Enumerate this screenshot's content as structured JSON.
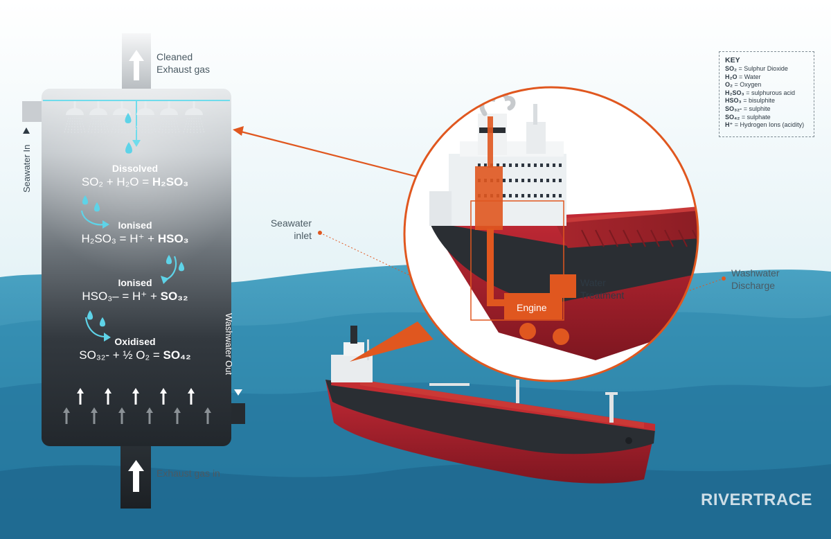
{
  "labels": {
    "cleaned_line1": "Cleaned",
    "cleaned_line2": "Exhaust gas",
    "exhaust_in": "Exhaust gas in",
    "seawater_in": "Seawater In",
    "washwater_out": "Washwater Out",
    "seawater_inlet_line1": "Seawater",
    "seawater_inlet_line2": "inlet",
    "washwater_discharge_line1": "Washwater",
    "washwater_discharge_line2": "Discharge",
    "water_treatment_line1": "Water",
    "water_treatment_line2": "Treatment",
    "engine": "Engine",
    "brand": "RIVERTRACE"
  },
  "reactions": [
    {
      "title": "Dissolved",
      "equation": "SO₂ + H₂O = ",
      "product": "H₂SO₃"
    },
    {
      "title": "Ionised",
      "equation": "H₂SO₃ = H⁺ + ",
      "product": "HSO₃"
    },
    {
      "title": "Ionised",
      "equation": "HSO₃– = H⁺ + ",
      "product": "SO₃₂"
    },
    {
      "title": "Oxidised",
      "equation": "SO₃₂- + ½ O₂ = ",
      "product": "SO₄₂"
    }
  ],
  "key": {
    "title": "KEY",
    "items": [
      {
        "symbol": "SO₂",
        "meaning": "= Sulphur Dioxide"
      },
      {
        "symbol": "H₂O",
        "meaning": "= Water"
      },
      {
        "symbol": "O₂",
        "meaning": "= Oxygen"
      },
      {
        "symbol": "H₂SO₃",
        "meaning": "= sulphurous acid"
      },
      {
        "symbol": "HSO₃",
        "meaning": "= bisulphite"
      },
      {
        "symbol": "SO₃₂-",
        "meaning": "= sulphite"
      },
      {
        "symbol": "SO₄₂",
        "meaning": "= sulphate"
      },
      {
        "symbol": "H⁺",
        "meaning": "= Hydrogen Ions (acidity)"
      }
    ]
  },
  "colors": {
    "accent_orange": "#e0571f",
    "water_drop": "#5ed3e8",
    "hull_red": "#b32330",
    "hull_black": "#2b2e33",
    "sea": "#2a7fa3"
  },
  "icons": [
    "up-arrow-icon",
    "water-drop-icon",
    "curved-arrow-icon",
    "spray-nozzle-icon",
    "ship-icon",
    "funnel-smoke-icon"
  ]
}
